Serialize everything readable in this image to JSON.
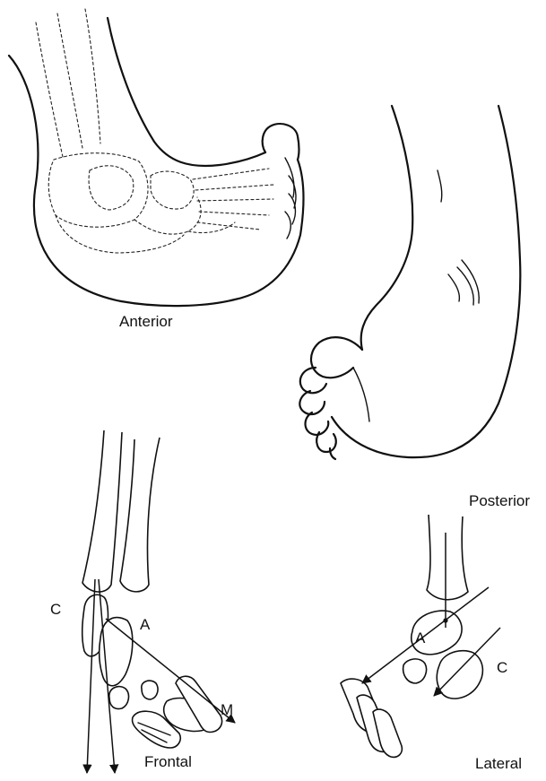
{
  "panels": {
    "anterior": {
      "caption": "Anterior"
    },
    "posterior": {
      "caption": "Posterior"
    },
    "frontal": {
      "caption": "Frontal",
      "labels": {
        "c": "C",
        "a": "A",
        "m": "M"
      }
    },
    "lateral": {
      "caption": "Lateral",
      "labels": {
        "a": "A",
        "c": "C"
      }
    }
  }
}
